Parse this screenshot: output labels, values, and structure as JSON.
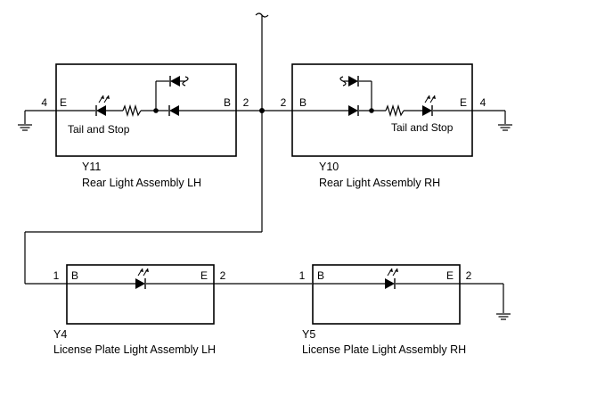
{
  "components": {
    "y11": {
      "code": "Y11",
      "name": "Rear Light Assembly LH",
      "function": "Tail and Stop",
      "left_pin": "4",
      "left_terminal": "E",
      "right_pin": "2",
      "right_terminal": "B"
    },
    "y10": {
      "code": "Y10",
      "name": "Rear Light Assembly RH",
      "function": "Tail and Stop",
      "left_pin": "2",
      "left_terminal": "B",
      "right_pin": "4",
      "right_terminal": "E"
    },
    "y4": {
      "code": "Y4",
      "name": "License Plate Light Assembly LH",
      "left_pin": "1",
      "left_terminal": "B",
      "right_pin": "2",
      "right_terminal": "E"
    },
    "y5": {
      "code": "Y5",
      "name": "License Plate Light Assembly RH",
      "left_pin": "1",
      "left_terminal": "B",
      "right_pin": "2",
      "right_terminal": "E"
    }
  }
}
